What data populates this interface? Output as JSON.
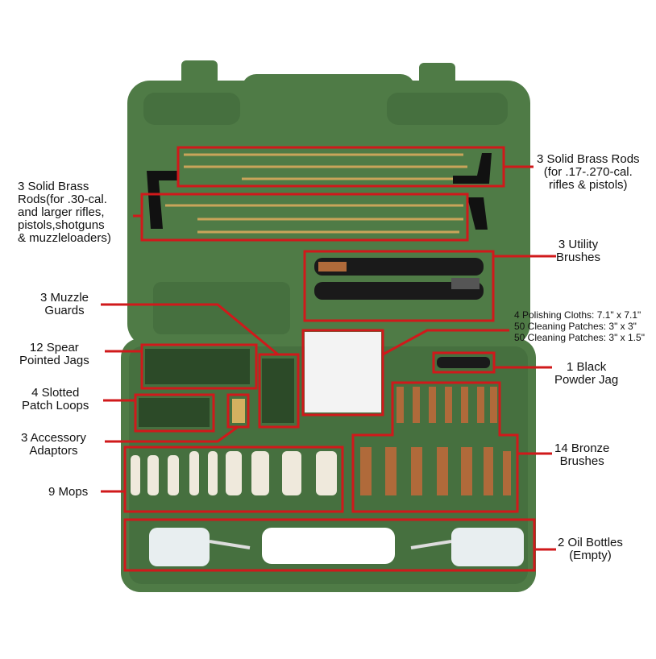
{
  "colors": {
    "case_green": "#4f7b46",
    "case_dark": "#3d6637",
    "highlight_red": "#d0191b",
    "brass": "#c9a45a",
    "bronze": "#b06a3a",
    "mop": "#efe9dc"
  },
  "labels": {
    "brass_rods_small": [
      "3 Solid Brass Rods",
      "(for .17-.270-cal.",
      "rifles & pistols)"
    ],
    "brass_rods_large": [
      "3 Solid Brass",
      "Rods(for .30-cal.",
      "and larger rifles,",
      "pistols,shotguns",
      "& muzzleloaders)"
    ],
    "utility_brushes": [
      "3 Utility",
      "Brushes"
    ],
    "muzzle_guards": [
      "3 Muzzle",
      "Guards"
    ],
    "cloths_patches": [
      "4 Polishing Cloths: 7.1\" x 7.1\"",
      "50 Cleaning Patches: 3\" x 3\"",
      "50 Cleaning Patches: 3\" x 1.5\""
    ],
    "spear_jags": [
      "12 Spear",
      "Pointed Jags"
    ],
    "black_powder_jag": [
      "1 Black",
      "Powder Jag"
    ],
    "slotted_loops": [
      "4 Slotted",
      "Patch Loops"
    ],
    "accessory_adaptors": [
      "3 Accessory",
      "Adaptors"
    ],
    "bronze_brushes": [
      "14 Bronze",
      "Brushes"
    ],
    "mops": [
      "9 Mops"
    ],
    "oil_bottles": [
      "2 Oil Bottles",
      "(Empty)"
    ]
  }
}
